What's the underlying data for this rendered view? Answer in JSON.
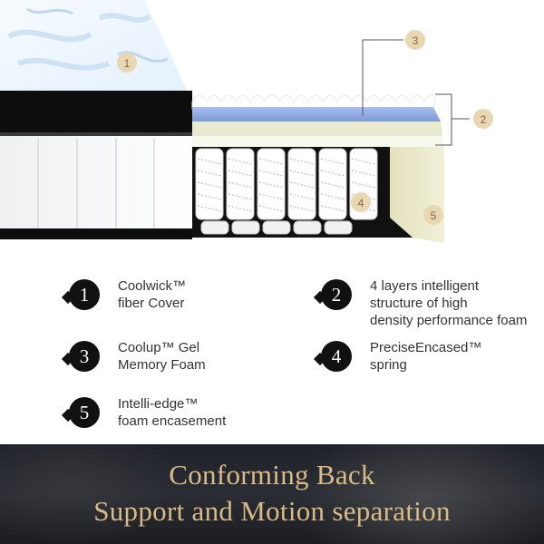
{
  "callouts": [
    "1",
    "2",
    "3",
    "4",
    "5"
  ],
  "legend": [
    {
      "number": "1",
      "lines": [
        "Coolwick™",
        "fiber Cover"
      ]
    },
    {
      "number": "2",
      "lines": [
        "4 layers intelligent",
        "structure of high",
        "density performance foam"
      ]
    },
    {
      "number": "3",
      "lines": [
        "Coolup™ Gel",
        "Memory Foam"
      ]
    },
    {
      "number": "4",
      "lines": [
        "PreciseEncased™",
        "spring"
      ]
    },
    {
      "number": "5",
      "lines": [
        "Intelli-edge™",
        "foam encasement"
      ]
    }
  ],
  "banner": {
    "line1": "Conforming Back",
    "line2": "Support and Motion separation"
  },
  "colors": {
    "callout_badge_fill": "#e8d7b0",
    "legend_badge_fill": "#111111",
    "banner_text": "#d9bb86",
    "gel_layer": "#8aa6dc",
    "edge_foam": "#eceacb"
  }
}
